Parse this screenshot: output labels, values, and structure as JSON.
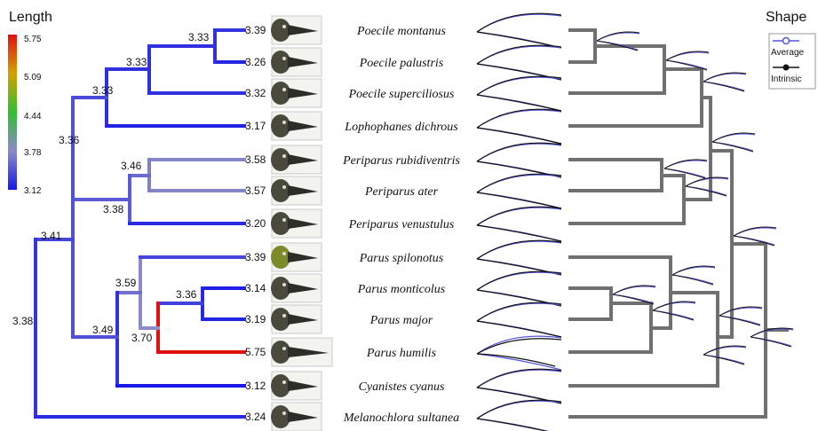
{
  "length_legend": {
    "title": "Length",
    "ticks": [
      "5.75",
      "5.09",
      "4.44",
      "3.78",
      "3.12"
    ]
  },
  "shape_legend": {
    "title": "Shape",
    "entries": [
      "Average",
      "Intrinsic"
    ]
  },
  "species": [
    {
      "name": "Poecile montanus",
      "value": "3.39"
    },
    {
      "name": "Poecile palustris",
      "value": "3.26"
    },
    {
      "name": "Poecile superciliosus",
      "value": "3.32"
    },
    {
      "name": "Lophophanes dichrous",
      "value": "3.17"
    },
    {
      "name": "Periparus rubidiventris",
      "value": "3.58"
    },
    {
      "name": "Periparus ater",
      "value": "3.57"
    },
    {
      "name": "Periparus venustulus",
      "value": "3.20"
    },
    {
      "name": "Parus spilonotus",
      "value": "3.39"
    },
    {
      "name": "Parus monticolus",
      "value": "3.14"
    },
    {
      "name": "Parus major",
      "value": "3.19"
    },
    {
      "name": "Parus humilis",
      "value": "5.75"
    },
    {
      "name": "Cyanistes cyanus",
      "value": "3.12"
    },
    {
      "name": "Melanochlora sultanea",
      "value": "3.24"
    }
  ],
  "internal_nodes": [
    "3.33",
    "3.33",
    "3.33",
    "3.36",
    "3.46",
    "3.38",
    "3.41",
    "3.38",
    "3.59",
    "3.36",
    "3.70",
    "3.49"
  ],
  "colors": {
    "low": "#1f1fe0",
    "mid": "#8f8fc8",
    "high": "#e01010",
    "right_tree": "#707070",
    "average_curve": "#5555dd",
    "intrinsic_curve": "#111111"
  }
}
